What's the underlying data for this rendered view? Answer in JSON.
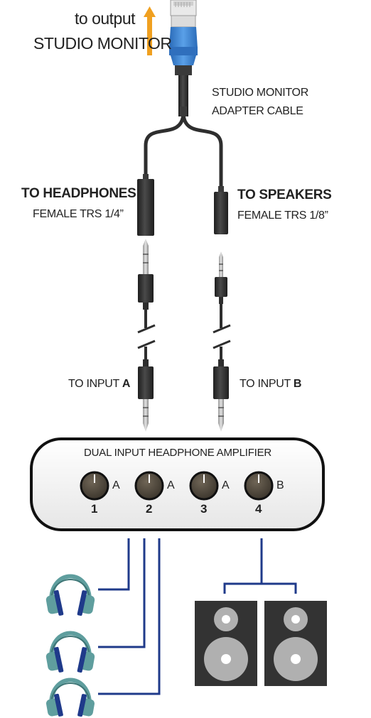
{
  "output": {
    "line1": "to output",
    "line2": "STUDIO MONITOR"
  },
  "cable": {
    "line1": "STUDIO MONITOR",
    "line2": "ADAPTER CABLE"
  },
  "headphones_out": {
    "title": "TO HEADPHONES",
    "subtitle": "FEMALE TRS 1/4”"
  },
  "speakers_out": {
    "title": "TO SPEAKERS",
    "subtitle": "FEMALE TRS 1/8”"
  },
  "input_a": {
    "prefix": "TO INPUT",
    "letter": "A"
  },
  "input_b": {
    "prefix": "TO INPUT",
    "letter": "B"
  },
  "amplifier": {
    "title": "DUAL INPUT HEADPHONE AMPLIFIER",
    "knobs": [
      {
        "number": "1",
        "input": "A"
      },
      {
        "number": "2",
        "input": "A"
      },
      {
        "number": "3",
        "input": "A"
      },
      {
        "number": "4",
        "input": "B"
      }
    ]
  },
  "colors": {
    "arrow": "#f0a020",
    "connector_blue": "#3a7fd0",
    "wire_blue": "#1f3a8a",
    "plug_dark": "#2b2b2b",
    "speaker_box": "#333333",
    "speaker_cone": "#b0b0b0",
    "headphone_cup": "#5f9e9e"
  },
  "icons": [
    "up-arrow-icon",
    "rj45-connector-icon",
    "trs-plug-icon",
    "knob-icon",
    "headphones-icon",
    "speaker-icon"
  ]
}
